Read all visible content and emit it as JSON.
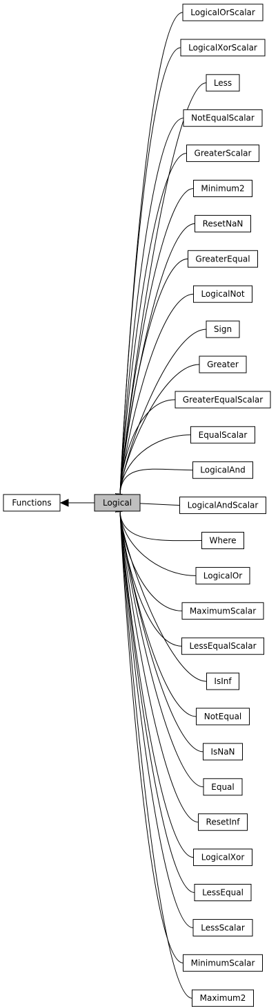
{
  "graph": {
    "parent": {
      "label": "Functions"
    },
    "current": {
      "label": "Logical",
      "fill": "#bfbfbf"
    },
    "children": [
      {
        "label": "LogicalOrScalar"
      },
      {
        "label": "LogicalXorScalar"
      },
      {
        "label": "Less"
      },
      {
        "label": "NotEqualScalar"
      },
      {
        "label": "GreaterScalar"
      },
      {
        "label": "Minimum2"
      },
      {
        "label": "ResetNaN"
      },
      {
        "label": "GreaterEqual"
      },
      {
        "label": "LogicalNot"
      },
      {
        "label": "Sign"
      },
      {
        "label": "Greater"
      },
      {
        "label": "GreaterEqualScalar"
      },
      {
        "label": "EqualScalar"
      },
      {
        "label": "LogicalAnd"
      },
      {
        "label": "LogicalAndScalar"
      },
      {
        "label": "Where"
      },
      {
        "label": "LogicalOr"
      },
      {
        "label": "MaximumScalar"
      },
      {
        "label": "LessEqualScalar"
      },
      {
        "label": "IsInf"
      },
      {
        "label": "NotEqual"
      },
      {
        "label": "IsNaN"
      },
      {
        "label": "Equal"
      },
      {
        "label": "ResetInf"
      },
      {
        "label": "LogicalXor"
      },
      {
        "label": "LessEqual"
      },
      {
        "label": "LessScalar"
      },
      {
        "label": "MinimumScalar"
      },
      {
        "label": "Maximum2"
      }
    ]
  }
}
